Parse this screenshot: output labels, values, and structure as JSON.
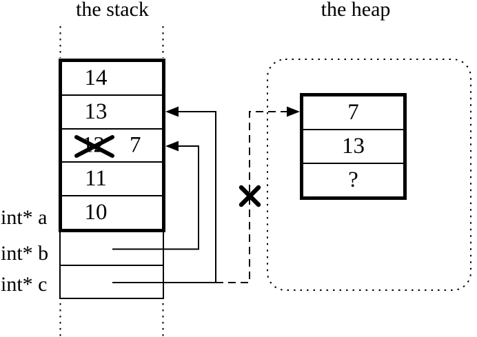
{
  "stack": {
    "title": "the stack",
    "cells": [
      {
        "value": "14"
      },
      {
        "value": "13"
      },
      {
        "old_value": "12",
        "value": "7",
        "crossed_out": true
      },
      {
        "value": "11"
      },
      {
        "value": "10"
      }
    ],
    "pointers": [
      {
        "label": "int* a"
      },
      {
        "label": "int* b"
      },
      {
        "label": "int* c"
      }
    ]
  },
  "heap": {
    "title": "the heap",
    "cells": [
      {
        "value": "7"
      },
      {
        "value": "13"
      },
      {
        "value": "?"
      }
    ]
  },
  "colors": {
    "ink": "#000000",
    "background": "#ffffff"
  }
}
